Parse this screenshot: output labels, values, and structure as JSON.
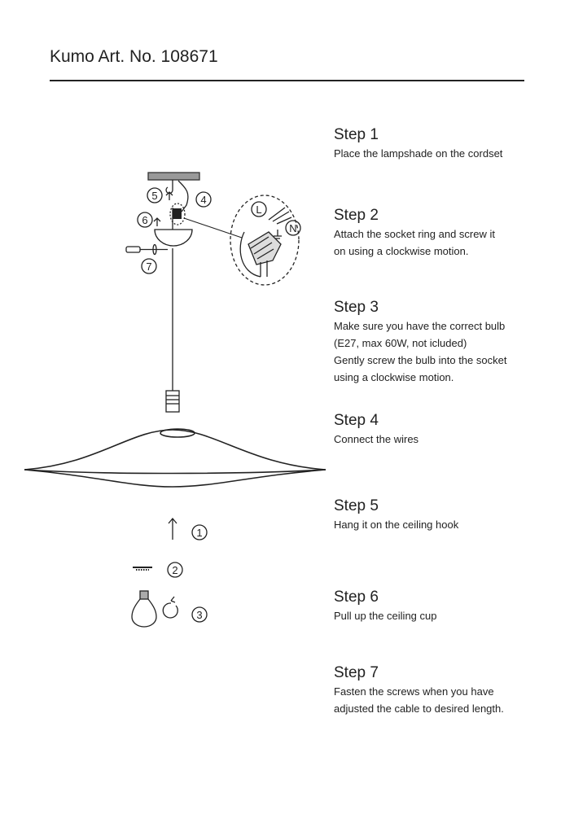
{
  "header": {
    "title": "Kumo Art. No. 108671"
  },
  "steps": [
    {
      "title": "Step 1",
      "lines": [
        "Place the lampshade on the cordset"
      ]
    },
    {
      "title": "Step 2",
      "lines": [
        "Attach the socket ring and screw it",
        "on using a clockwise motion."
      ]
    },
    {
      "title": "Step 3",
      "lines": [
        "Make sure you have the correct bulb",
        "(E27, max 60W, not icluded)",
        "Gently screw the bulb into the socket",
        "using a clockwise motion."
      ]
    },
    {
      "title": "Step 4",
      "lines": [
        "Connect the wires"
      ]
    },
    {
      "title": "Step 5",
      "lines": [
        "Hang it on the ceiling hook"
      ]
    },
    {
      "title": "Step 6",
      "lines": [
        "Pull up the ceiling cup"
      ]
    },
    {
      "title": "Step 7",
      "lines": [
        "Fasten the screws when you have",
        "adjusted the cable to desired length."
      ]
    }
  ],
  "diagram": {
    "callouts": [
      "1",
      "2",
      "3",
      "4",
      "5",
      "6",
      "7"
    ],
    "wire_labels": {
      "live": "L",
      "neutral": "N"
    }
  }
}
